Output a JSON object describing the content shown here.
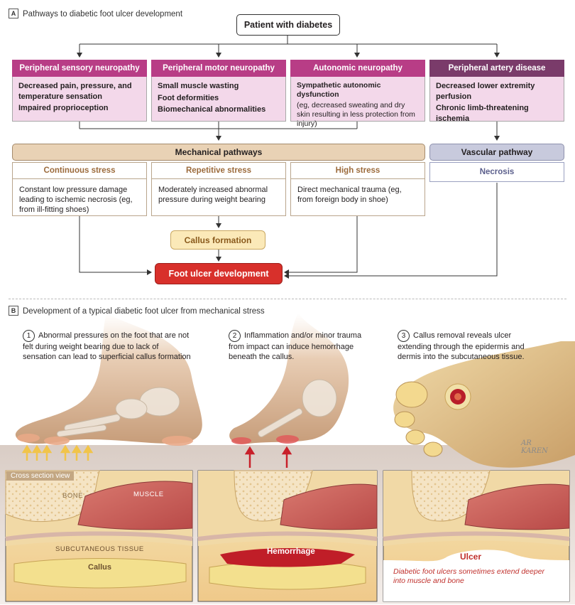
{
  "panel_a": {
    "tag": "A",
    "title": "Pathways to diabetic foot ulcer development",
    "root": "Patient with diabetes",
    "columns": [
      {
        "title": "Peripheral sensory neuropathy",
        "items": [
          "Decreased pain, pressure, and temperature sensation",
          "Impaired proprioception"
        ]
      },
      {
        "title": "Peripheral motor neuropathy",
        "items": [
          "Small muscle wasting",
          "Foot deformities",
          "Biomechanical abnormalities"
        ]
      },
      {
        "title": "Autonomic neuropathy",
        "items": [
          "Sympathetic autonomic dysfunction"
        ],
        "note": "(eg, decreased sweating and dry skin resulting in less protection from injury)"
      },
      {
        "title": "Peripheral artery disease",
        "items": [
          "Decreased lower extremity perfusion",
          "Chronic limb-threatening ischemia"
        ]
      }
    ],
    "mechanical": {
      "title": "Mechanical pathways",
      "subs": [
        {
          "title": "Continuous stress",
          "text": "Constant low pressure damage leading to ischemic necrosis (eg, from ill-fitting shoes)"
        },
        {
          "title": "Repetitive stress",
          "text": "Moderately increased abnormal pressure during weight bearing"
        },
        {
          "title": "High stress",
          "text": "Direct mechanical trauma (eg, from foreign body in shoe)"
        }
      ]
    },
    "vascular": {
      "title": "Vascular pathway",
      "sub": "Necrosis"
    },
    "callus_box": "Callus formation",
    "outcome": "Foot ulcer development"
  },
  "panel_b": {
    "tag": "B",
    "title": "Development of a typical diabetic foot ulcer from mechanical stress",
    "steps": [
      {
        "num": "1",
        "text": "Abnormal pressures on the foot that are not felt during weight bearing due to lack of sensation can lead to superficial callus formation"
      },
      {
        "num": "2",
        "text": "Inflammation and/or minor trauma from impact can induce hemorrhage beneath the callus."
      },
      {
        "num": "3",
        "text": "Callus removal reveals ulcer extending through the epidermis and dermis into the subcutaneous tissue."
      }
    ],
    "cross_section": {
      "label": "Cross section view",
      "bone": "BONE",
      "muscle": "MUSCLE",
      "subcutaneous": "SUBCUTANEOUS TISSUE",
      "callus": "Callus",
      "hemorrhage": "Hemorrhage",
      "ulcer": "Ulcer",
      "note": "Diabetic foot ulcers sometimes extend deeper into muscle and bone"
    },
    "signature": "AR KAREN"
  }
}
